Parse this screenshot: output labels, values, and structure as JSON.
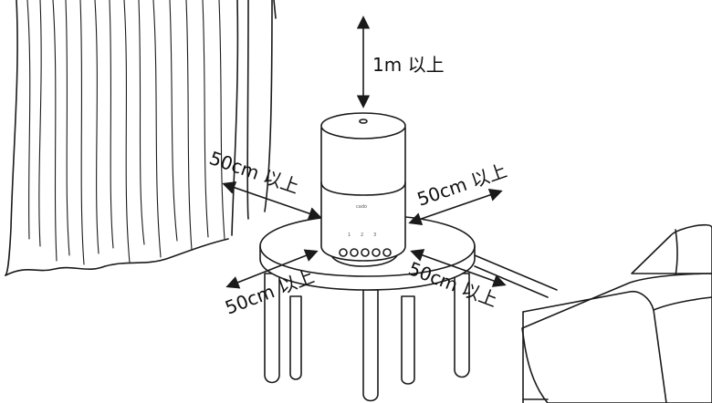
{
  "labels": {
    "top": "1m 以上",
    "upper_left": "50cm 以上",
    "upper_right": "50cm 以上",
    "lower_left": "50cm 以上",
    "lower_right": "50cm 以上"
  },
  "device_text": {
    "brand": "cado",
    "button_marks": [
      "1",
      "2",
      "3"
    ]
  },
  "colors": {
    "line": "#1a1a1a",
    "background": "#ffffff"
  }
}
